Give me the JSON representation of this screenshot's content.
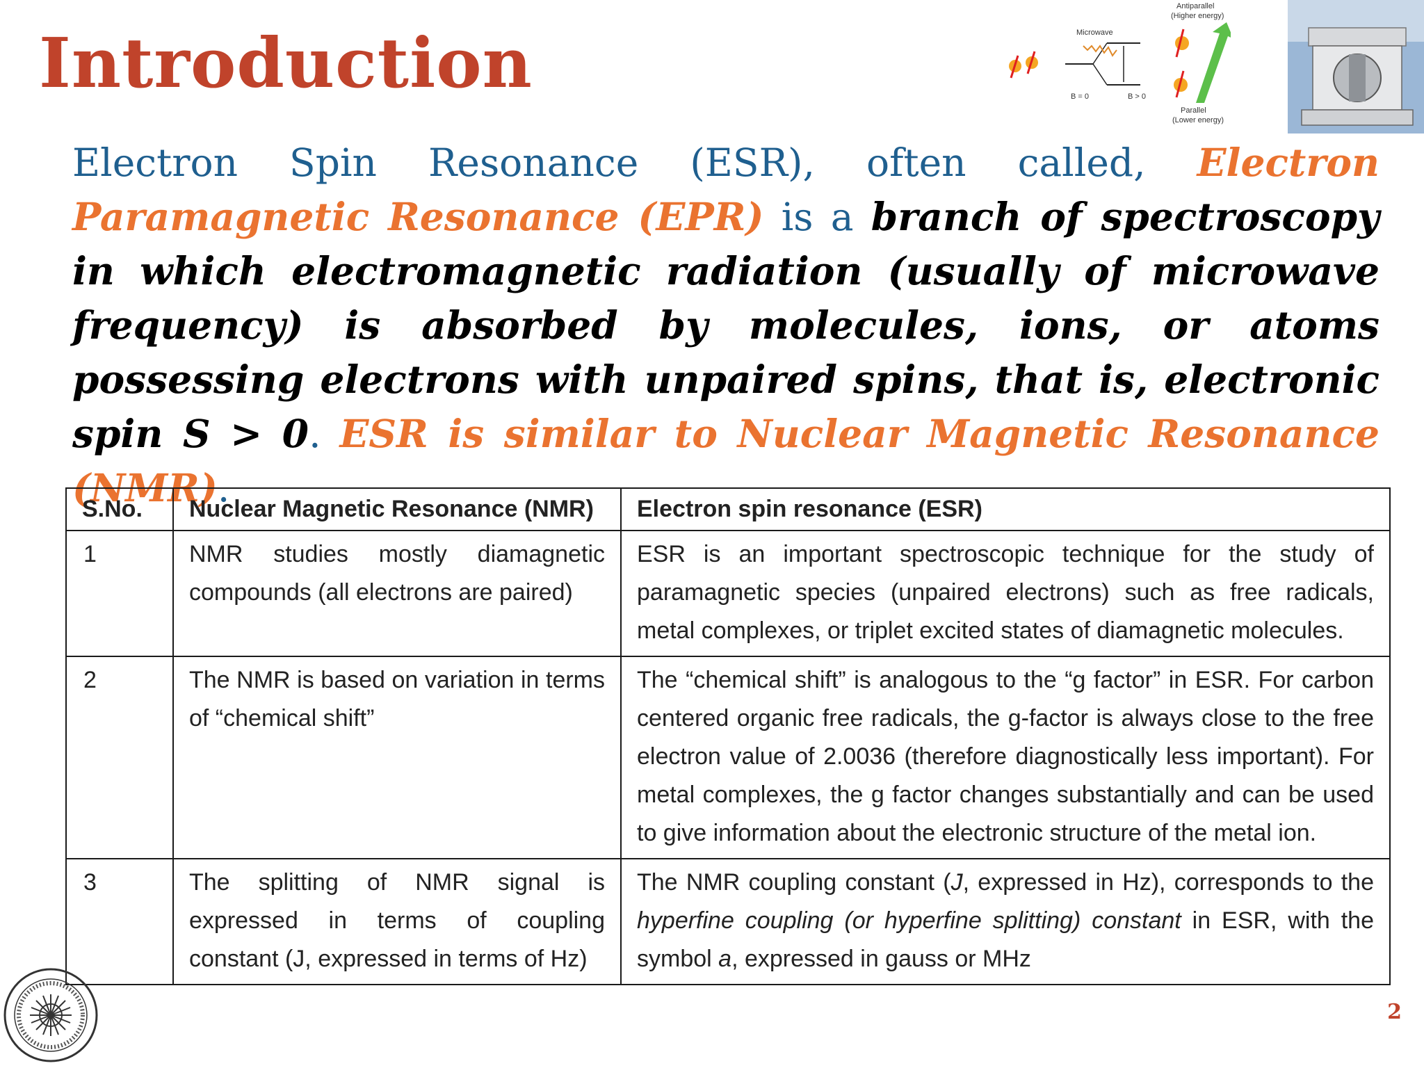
{
  "slide": {
    "title": "Introduction",
    "page_number": "2"
  },
  "diagram": {
    "label_antiparallel": "Antiparallel",
    "label_higher_energy": "(Higher energy)",
    "label_microwave": "Microwave",
    "label_b0": "B = 0",
    "label_bgt0": "B > 0",
    "label_parallel": "Parallel",
    "label_lower_energy": "(Lower energy)"
  },
  "intro": {
    "p1": "Electron Spin Resonance (ESR), often called, ",
    "p2": "Electron Paramagnetic Resonance (EPR)",
    "p3": " is a ",
    "p4": "branch of spectroscopy in which electromagnetic radiation (usually of microwave frequency) is absorbed by molecules, ions, or atoms possessing electrons with unpaired spins, that is, electronic spin S > 0",
    "p5": ". ",
    "p6": "ESR is similar to Nuclear Magnetic Resonance (NMR)",
    "p7": "."
  },
  "table": {
    "headers": [
      "S.No.",
      "Nuclear Magnetic Resonance (NMR)",
      "Electron spin resonance (ESR)"
    ],
    "rows": [
      {
        "sno": "1",
        "nmr": "NMR studies mostly diamagnetic compounds (all electrons are paired)",
        "esr": "ESR is an important spectroscopic technique for the study of paramagnetic species (unpaired electrons) such as free radicals, metal complexes, or triplet excited states of diamagnetic molecules."
      },
      {
        "sno": "2",
        "nmr": "The NMR is based on variation in terms of “chemical shift”",
        "esr": "The “chemical shift” is analogous to the “g factor” in ESR. For carbon centered organic free radicals, the g-factor is always close to the free electron value of 2.0036 (therefore diagnostically less important). For metal complexes, the g factor changes substantially and can be used to give information about the electronic structure of the metal ion."
      },
      {
        "sno": "3",
        "nmr": "The splitting of NMR signal is expressed in terms of coupling constant (J, expressed in terms of Hz)",
        "esr_a": "The NMR coupling constant (",
        "esr_b": "J",
        "esr_c": ", expressed in Hz), corresponds to the ",
        "esr_d": "hyperfine coupling (or hyperfine splitting) constant",
        "esr_e": " in ESR, with the symbol ",
        "esr_f": "a",
        "esr_g": ", expressed in gauss or MHz"
      }
    ]
  }
}
